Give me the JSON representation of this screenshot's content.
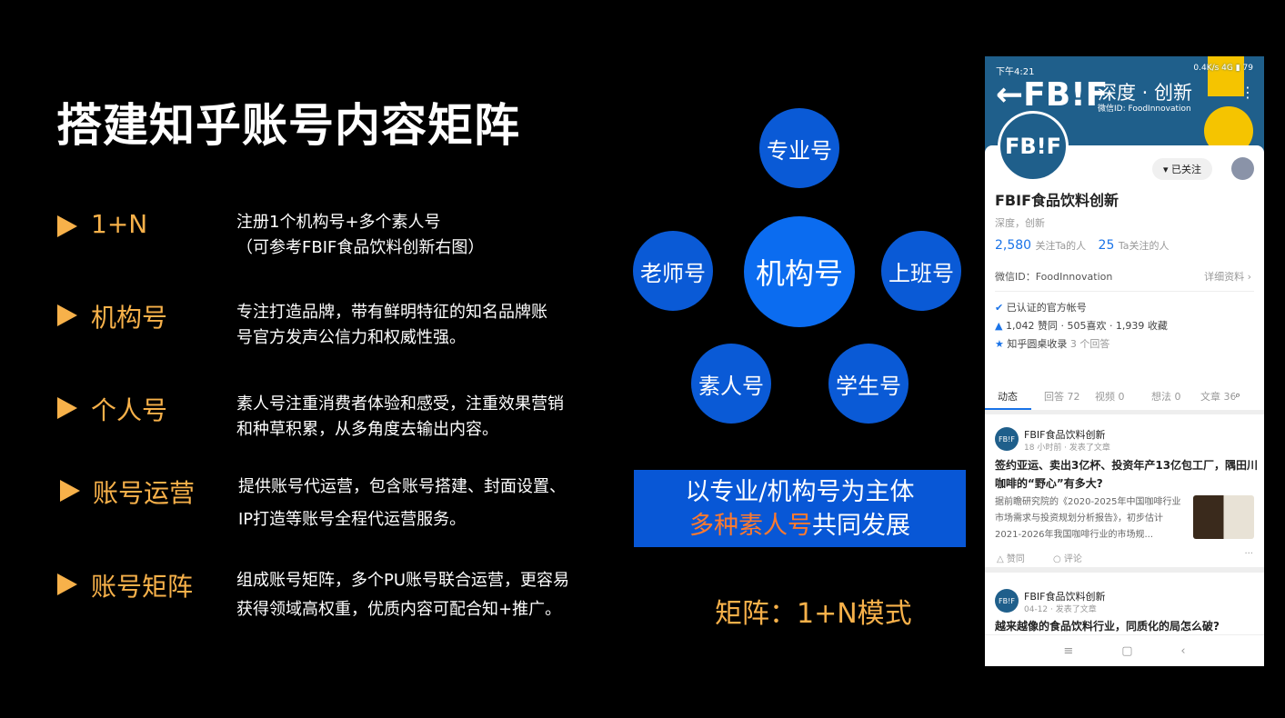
{
  "title": "搭建知乎账号内容矩阵",
  "items": [
    {
      "label": "1+N",
      "desc": [
        "注册1个机构号+多个素人号",
        "（可参考FBIF食品饮料创新右图）"
      ]
    },
    {
      "label": "机构号",
      "desc": [
        "专注打造品牌，带有鲜明特征的知名品牌账",
        "号官方发声公信力和权威性强。"
      ]
    },
    {
      "label": "个人号",
      "desc": [
        "素人号注重消费者体验和感受，注重效果营销",
        "和种草积累，从多角度去输出内容。"
      ]
    },
    {
      "label": "账号运营",
      "desc": [
        "提供账号代运营，包含账号搭建、封面设置、",
        "IP打造等账号全程代运营服务。"
      ]
    },
    {
      "label": "账号矩阵",
      "desc": [
        "组成账号矩阵，多个PU账号联合运营，更容易",
        "获得领域高权重，优质内容可配合知+推广。"
      ]
    }
  ],
  "diagram": {
    "center": "机构号",
    "nodes": [
      "专业号",
      "老师号",
      "上班号",
      "素人号",
      "学生号"
    ]
  },
  "banner": {
    "line1": "以专业/机构号为主体",
    "line2_highlight": "多种素人号",
    "line2_rest": "共同发展"
  },
  "caption": "矩阵：1+N模式",
  "colors": {
    "accent": "#f7b14a",
    "circle": "#0a5ad6",
    "highlight": "#ff7a2e",
    "phone_header": "#1f5f8b"
  },
  "phone": {
    "status_time": "下午4:21",
    "status_right": "0.4K/s 4G ▮ 79",
    "banner_logo": "FB!F",
    "banner_slogan": "深度 · 创新",
    "banner_wechat": "微信ID: FoodInnovation",
    "avatar": "FB!F",
    "follow_btn": "▾ 已关注",
    "name": "FBIF食品饮料创新",
    "bio": "深度，创新",
    "followers": "2,580",
    "followers_label": "关注Ta的人",
    "following": "25",
    "following_label": "Ta关注的人",
    "wechat": "微信ID：FoodInnovation",
    "details": "详细资料 ›",
    "verified": "已认证的官方帐号",
    "stats": "1,042 赞同 · 505喜欢 · 1,939 收藏",
    "roundtable": "知乎圆桌收录",
    "roundtable_count": "3 个回答",
    "tabs": [
      "动态",
      "回答 72",
      "视频 0",
      "想法 0",
      "文章 36"
    ],
    "posts": [
      {
        "author": "FBIF食品饮料创新",
        "meta": "18 小时前 · 发表了文章",
        "title": "签约亚运、卖出3亿杯、投资年产13亿包工厂，隅田川咖啡的“野心”有多大?",
        "excerpt": "据前瞻研究院的《2020-2025年中国咖啡行业市场需求与投资规划分析报告》，初步估计2021-2026年我国咖啡行业的市场规...",
        "like": "赞同",
        "comment": "评论"
      },
      {
        "author": "FBIF食品饮料创新",
        "meta": "04-12 · 发表了文章",
        "title": "越来越像的食品饮料行业，同质化的局怎么破?"
      }
    ]
  }
}
